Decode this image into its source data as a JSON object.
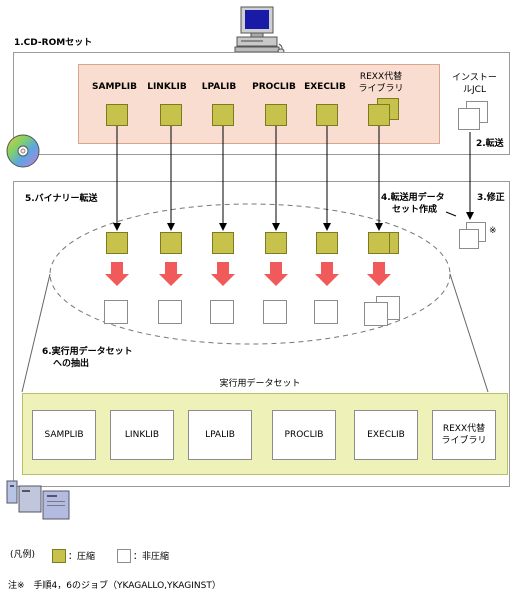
{
  "labels": {
    "cdrom_set": "1.CD-ROMセット",
    "transfer": "2.転送",
    "modify": "3.修正",
    "create_transfer_ds_1": "4.転送用データ",
    "create_transfer_ds_2": "セット作成",
    "binary_transfer": "5.バイナリー転送",
    "extract_exec_ds_1": "6.実行用データセット",
    "extract_exec_ds_2": "への抽出",
    "install_jcl_1": "インストー",
    "install_jcl_2": "ルJCL",
    "exec_ds_title": "実行用データセット",
    "asterisk_mark": "※"
  },
  "libraries": [
    {
      "name": "SAMPLIB"
    },
    {
      "name": "LINKLIB"
    },
    {
      "name": "LPALIB"
    },
    {
      "name": "PROCLIB"
    },
    {
      "name": "EXECLIB"
    },
    {
      "name_1": "REXX代替",
      "name_2": "ライブラリ"
    }
  ],
  "exec_datasets": [
    {
      "name": "SAMPLIB"
    },
    {
      "name": "LINKLIB"
    },
    {
      "name": "LPALIB"
    },
    {
      "name": "PROCLIB"
    },
    {
      "name": "EXECLIB"
    },
    {
      "name_1": "REXX代替",
      "name_2": "ライブラリ"
    }
  ],
  "legend": {
    "title": "(凡例)",
    "compressed": "：圧縮",
    "uncompressed": "：非圧縮"
  },
  "note": "注※　手順4，6のジョブ（YKAGALLO,YKAGINST）",
  "colors": {
    "compressed": "#c6c24b",
    "peach": "#f9ddd0",
    "green_band": "#eef2b8",
    "arrow": "#f05a5a"
  }
}
